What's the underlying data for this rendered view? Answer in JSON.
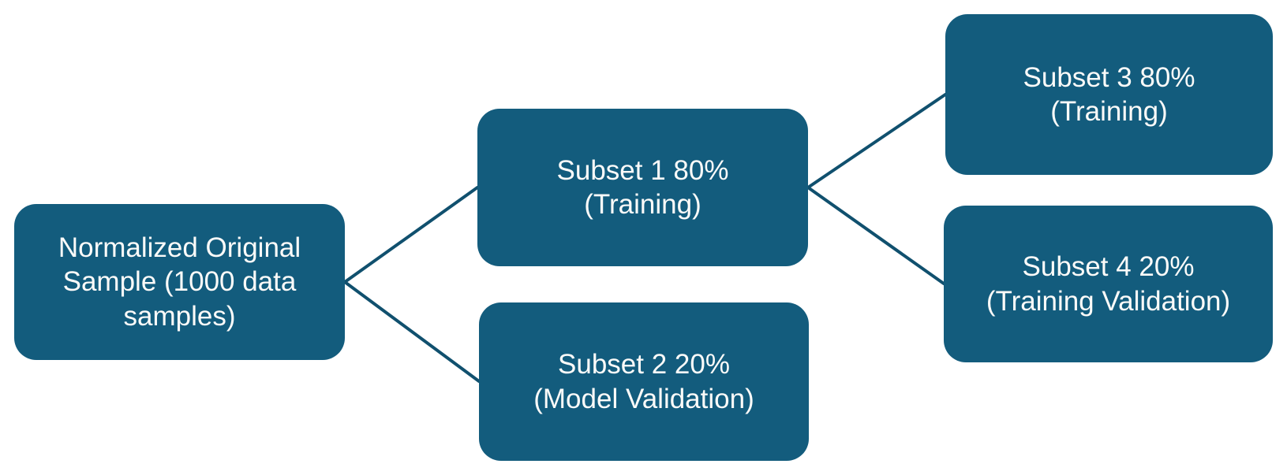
{
  "colors": {
    "background": "#ffffff",
    "node-fill": "#135c7d",
    "connector": "#10506e",
    "text": "#fcfbf9"
  },
  "nodes": {
    "root": {
      "label": "Normalized Original\nSample (1000 data\nsamples)"
    },
    "subset1": {
      "label": "Subset 1 80%\n(Training)"
    },
    "subset2": {
      "label": "Subset 2 20%\n(Model Validation)"
    },
    "subset3": {
      "label": "Subset 3 80%\n(Training)"
    },
    "subset4": {
      "label": "Subset 4 20%\n(Training Validation)"
    }
  },
  "edges": [
    {
      "from": "root",
      "to": "subset1"
    },
    {
      "from": "root",
      "to": "subset2"
    },
    {
      "from": "subset1",
      "to": "subset3"
    },
    {
      "from": "subset1",
      "to": "subset4"
    }
  ]
}
